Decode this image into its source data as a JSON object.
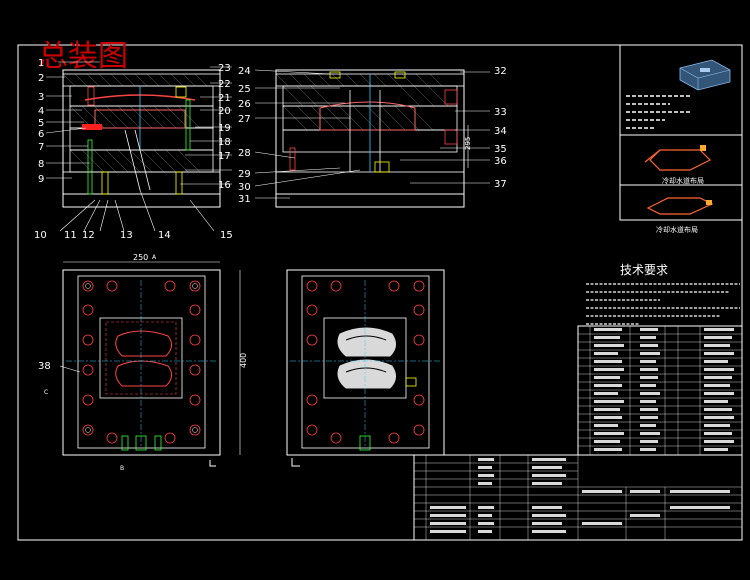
{
  "drawing_title": "总装图",
  "part_numbers_left": [
    "1",
    "2",
    "3",
    "4",
    "5",
    "6",
    "7",
    "8",
    "9"
  ],
  "part_numbers_right_of_section_a": [
    "23",
    "22",
    "21",
    "20",
    "19",
    "18",
    "17",
    "16"
  ],
  "part_numbers_bottom_left": [
    "10",
    "11",
    "12",
    "13",
    "14",
    "15"
  ],
  "part_numbers_section_b_left": [
    "24",
    "25",
    "26",
    "27",
    "28",
    "29",
    "30",
    "31"
  ],
  "part_numbers_section_b_right": [
    "32",
    "33",
    "34",
    "35",
    "36",
    "37"
  ],
  "part_number_plan_view": "38",
  "dimension_width": "250",
  "dimension_height": "400",
  "dimension_height_section": "295",
  "section_marker_a": "A",
  "section_marker_b": "B",
  "section_marker_c": "C",
  "right_panel": {
    "water_channel_label_1": "冷却水道布局",
    "water_channel_label_2": "冷却水道布局"
  },
  "tech_requirements_title": "技术要求",
  "colors": {
    "background": "#000000",
    "line_white": "#ffffff",
    "line_red": "#ff2020",
    "line_yellow": "#ffff00",
    "line_green": "#33ff33",
    "line_cyan": "#33ccff",
    "title_red": "#cc0000"
  }
}
